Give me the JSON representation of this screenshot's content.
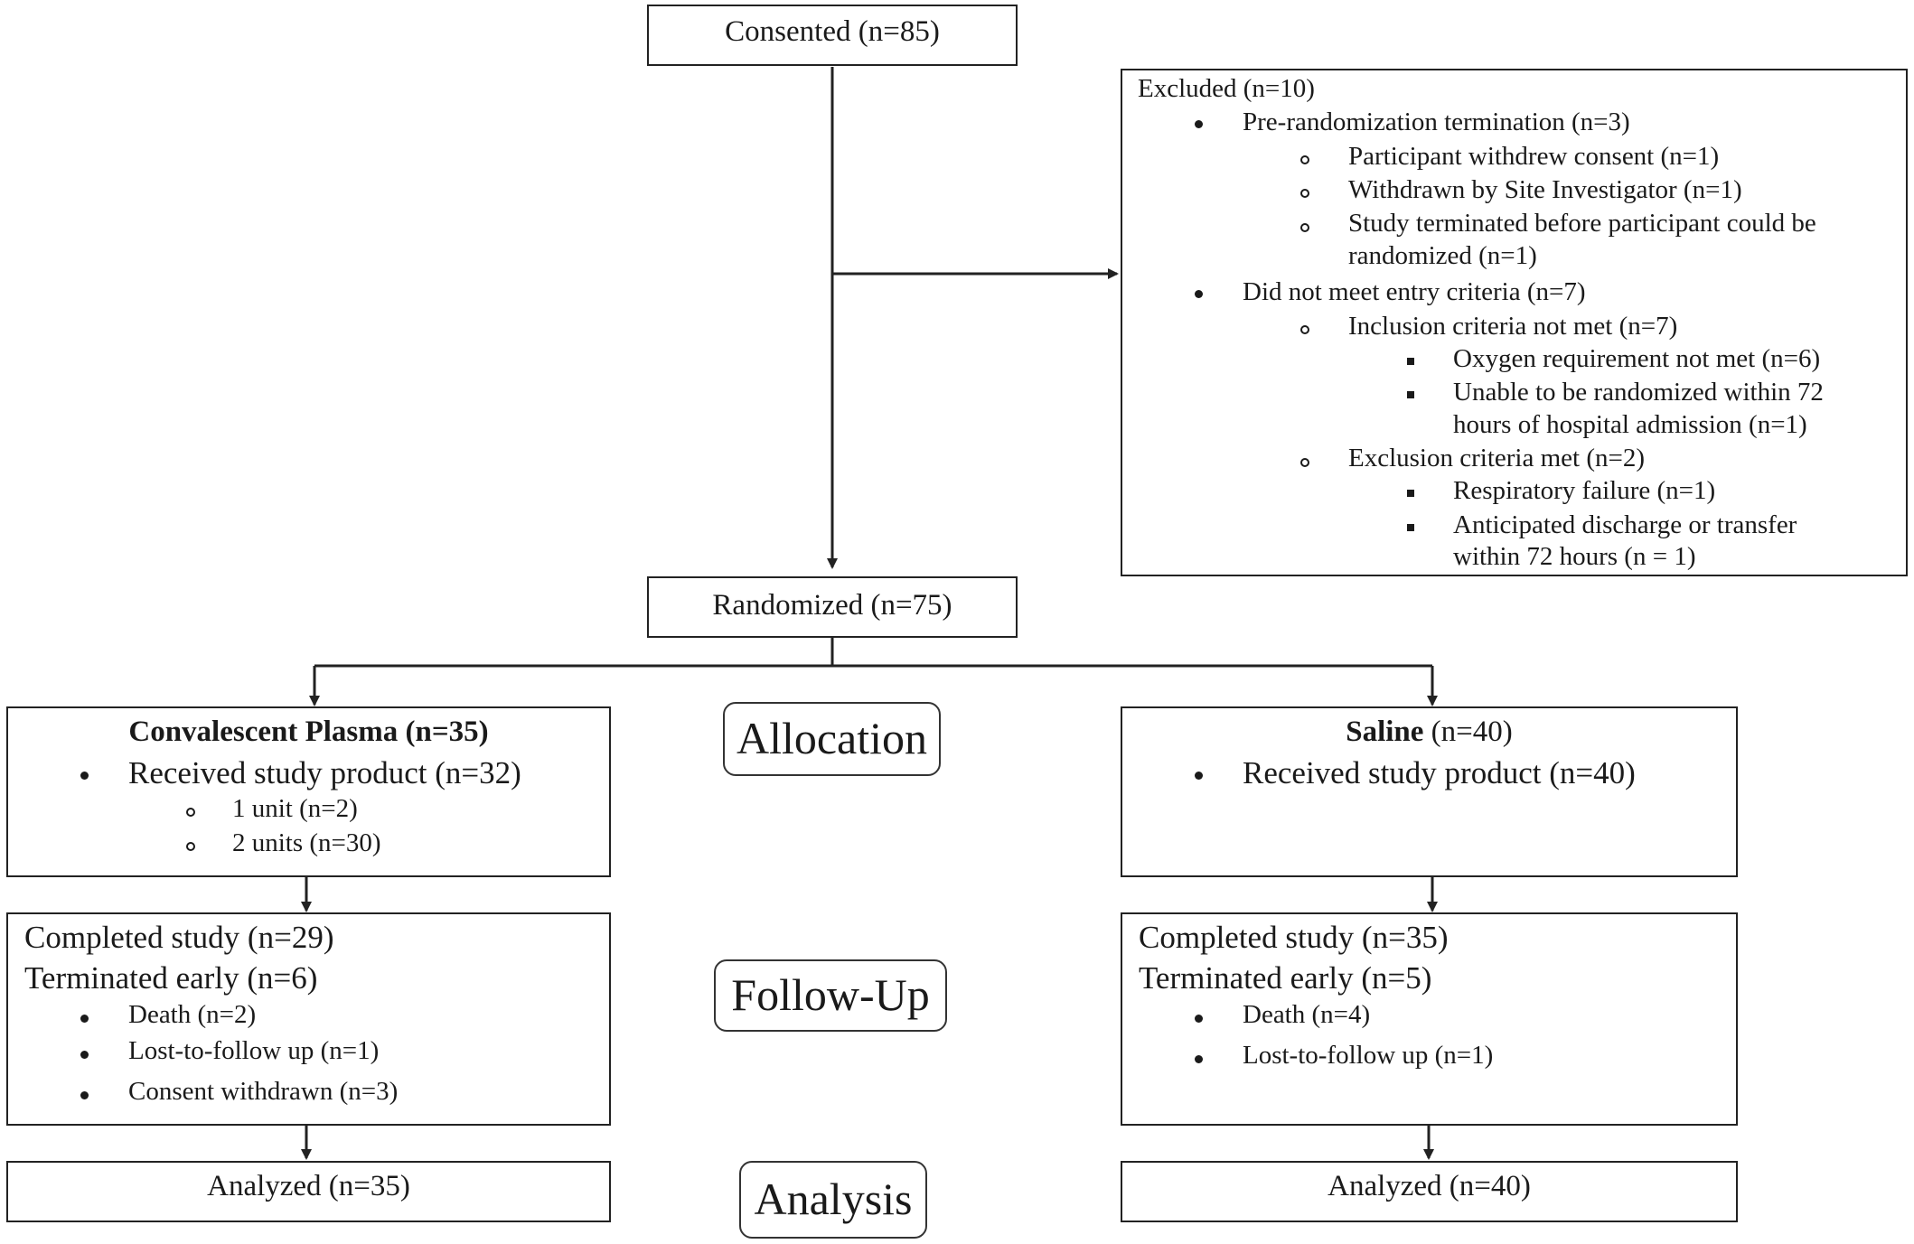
{
  "consented": "Consented (n=85)",
  "excluded": {
    "title": "Excluded (n=10)",
    "items": [
      {
        "text": "Pre-randomization termination (n=3)"
      },
      {
        "text": "Participant withdrew consent (n=1)"
      },
      {
        "text": "Withdrawn by Site Investigator (n=1)"
      },
      {
        "text": "Study terminated before participant could be"
      },
      {
        "text": "randomized (n=1)"
      },
      {
        "text": "Did not meet entry criteria (n=7)"
      },
      {
        "text": "Inclusion criteria not met (n=7)"
      },
      {
        "text": "Oxygen requirement not met (n=6)"
      },
      {
        "text": "Unable to be randomized within 72"
      },
      {
        "text": "hours of hospital admission (n=1)"
      },
      {
        "text": "Exclusion criteria met (n=2)"
      },
      {
        "text": "Respiratory failure (n=1)"
      },
      {
        "text": "Anticipated discharge or transfer"
      },
      {
        "text": "within 72 hours (n = 1)"
      }
    ]
  },
  "randomized": "Randomized (n=75)",
  "stages": {
    "allocation": "Allocation",
    "followup": "Follow-Up",
    "analysis": "Analysis"
  },
  "plasma": {
    "title": "Convalescent Plasma (n=35)",
    "received": "Received study product (n=32)",
    "unit1": "1 unit (n=2)",
    "unit2": "2 units (n=30)"
  },
  "saline": {
    "title_bold": "Saline",
    "title_rest": " (n=40)",
    "received": "Received study product (n=40)"
  },
  "plasma_followup": {
    "completed": "Completed study (n=29)",
    "terminated": "Terminated early (n=6)",
    "death": "Death (n=2)",
    "lost": "Lost-to-follow up (n=1)",
    "withdrawn": "Consent withdrawn (n=3)"
  },
  "saline_followup": {
    "completed": "Completed study (n=35)",
    "terminated": "Terminated early (n=5)",
    "death": "Death (n=4)",
    "lost": "Lost-to-follow up (n=1)"
  },
  "plasma_analyzed": "Analyzed (n=35)",
  "saline_analyzed": "Analyzed (n=40)"
}
